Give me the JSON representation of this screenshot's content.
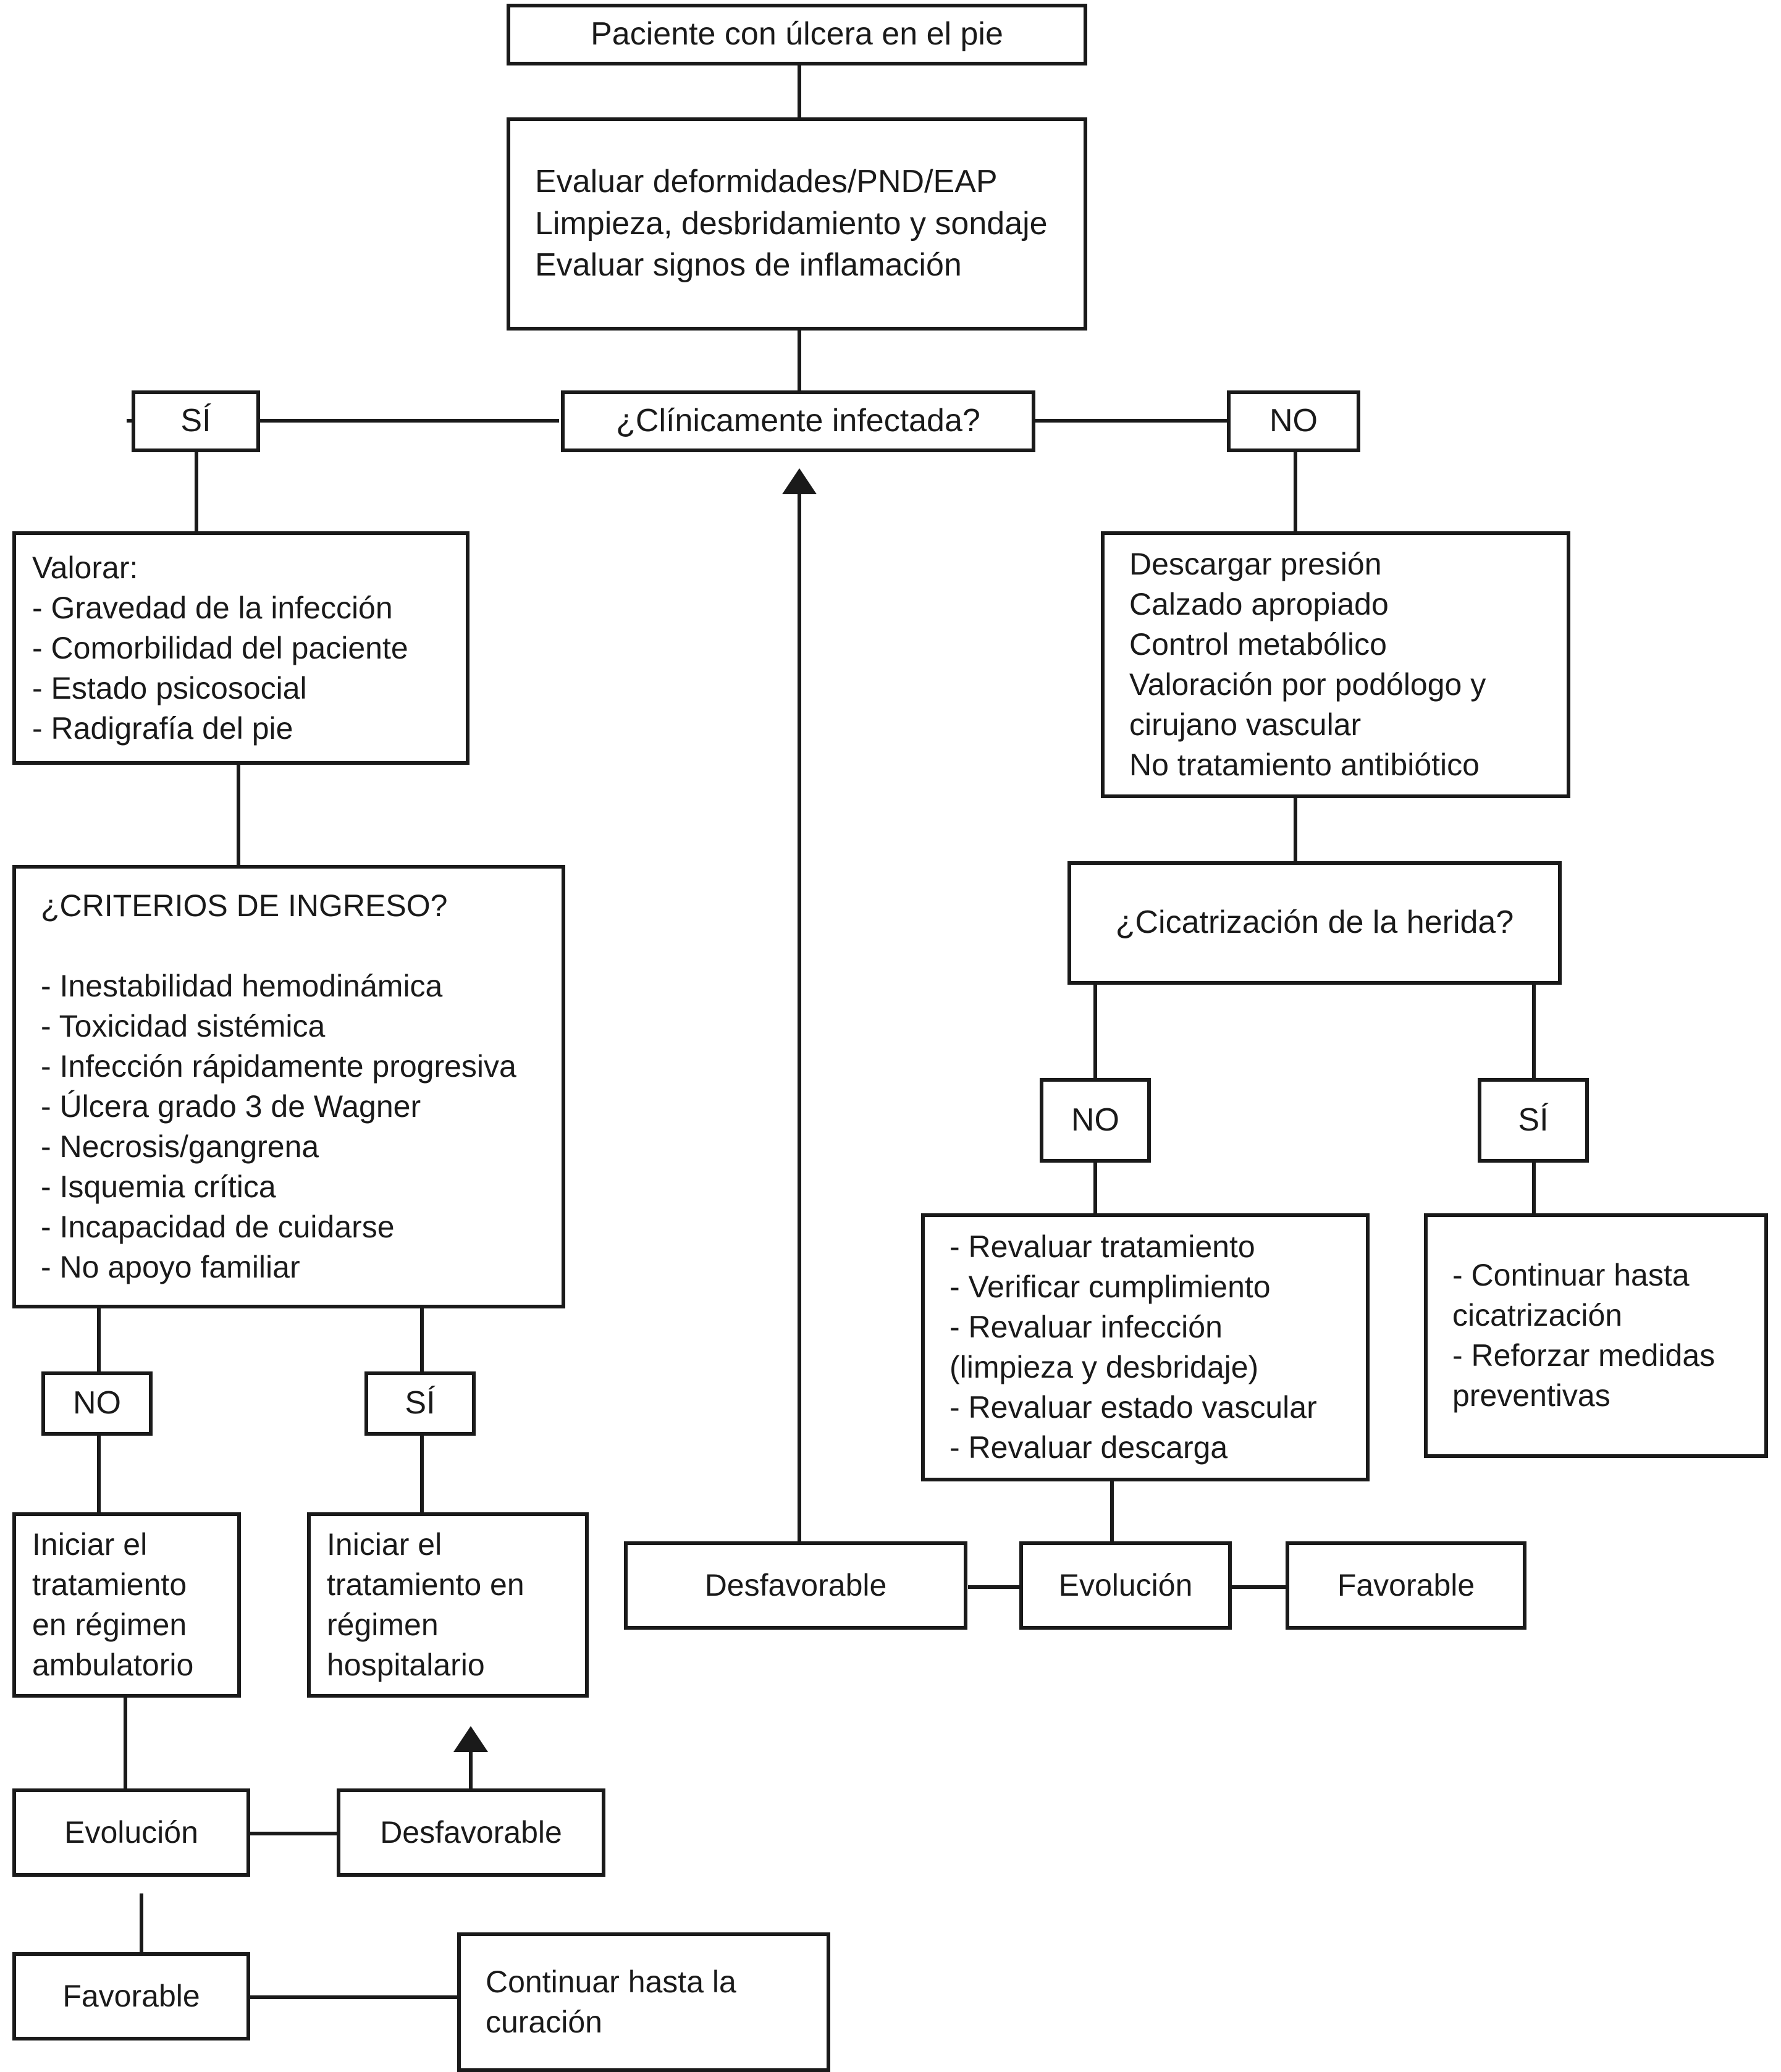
{
  "diagram": {
    "title": "Algoritmo de manejo del paciente con ulcera en el pie",
    "language": "es",
    "stroke_color": "#1a1a1a",
    "background_color": "#ffffff"
  },
  "nodes": {
    "start": {
      "label": "Paciente con úlcera en el pie"
    },
    "initial_assessment": {
      "label": "Evaluar deformidades/PND/EAP\nLimpieza, desbridamiento y sondaje\nEvaluar signos de inflamación"
    },
    "decision_infected": {
      "label": "¿Clínicamente infectada?"
    },
    "infected_yes": {
      "label": "SÍ"
    },
    "infected_no": {
      "label": "NO"
    },
    "valorar": {
      "label": "Valorar:\n- Gravedad de la infección\n- Comorbilidad del paciente\n- Estado psicosocial\n- Radigrafía del pie"
    },
    "no_infection_care": {
      "label": "Descargar presión\nCalzado apropiado\nControl metabólico\nValoración por podólogo y\ncirujano vascular\nNo tratamiento antibiótico"
    },
    "criterios_ingreso": {
      "label": "¿CRITERIOS DE INGRESO?\n\n- Inestabilidad hemodinámica\n- Toxicidad sistémica\n- Infección rápidamente progresiva\n- Úlcera grado 3 de Wagner\n- Necrosis/gangrena\n- Isquemia crítica\n- Incapacidad de cuidarse\n- No apoyo familiar"
    },
    "decision_healing": {
      "label": "¿Cicatrización de la herida?"
    },
    "healing_no": {
      "label": "NO"
    },
    "healing_yes": {
      "label": "SÍ"
    },
    "criterios_no": {
      "label": "NO"
    },
    "criterios_si": {
      "label": "SÍ"
    },
    "reevaluate": {
      "label": "- Revaluar tratamiento\n- Verificar cumplimiento\n- Revaluar infección\n  (limpieza y desbridaje)\n- Revaluar estado vascular\n- Revaluar descarga"
    },
    "continue_healing": {
      "label": "- Continuar hasta\n  cicatrización\n- Reforzar medidas\n  preventivas"
    },
    "outpatient": {
      "label": "Iniciar el\ntratamiento\nen régimen\nambulatorio"
    },
    "inpatient": {
      "label": "Iniciar el\ntratamiento en\nrégimen\nhospitalario"
    },
    "evolution_right": {
      "label": "Evolución"
    },
    "unfavorable_right": {
      "label": "Desfavorable"
    },
    "favorable_right": {
      "label": "Favorable"
    },
    "evolution_left": {
      "label": "Evolución"
    },
    "unfavorable_left": {
      "label": "Desfavorable"
    },
    "favorable_left": {
      "label": "Favorable"
    },
    "continue_cure": {
      "label": "Continuar hasta la\ncuración"
    }
  }
}
